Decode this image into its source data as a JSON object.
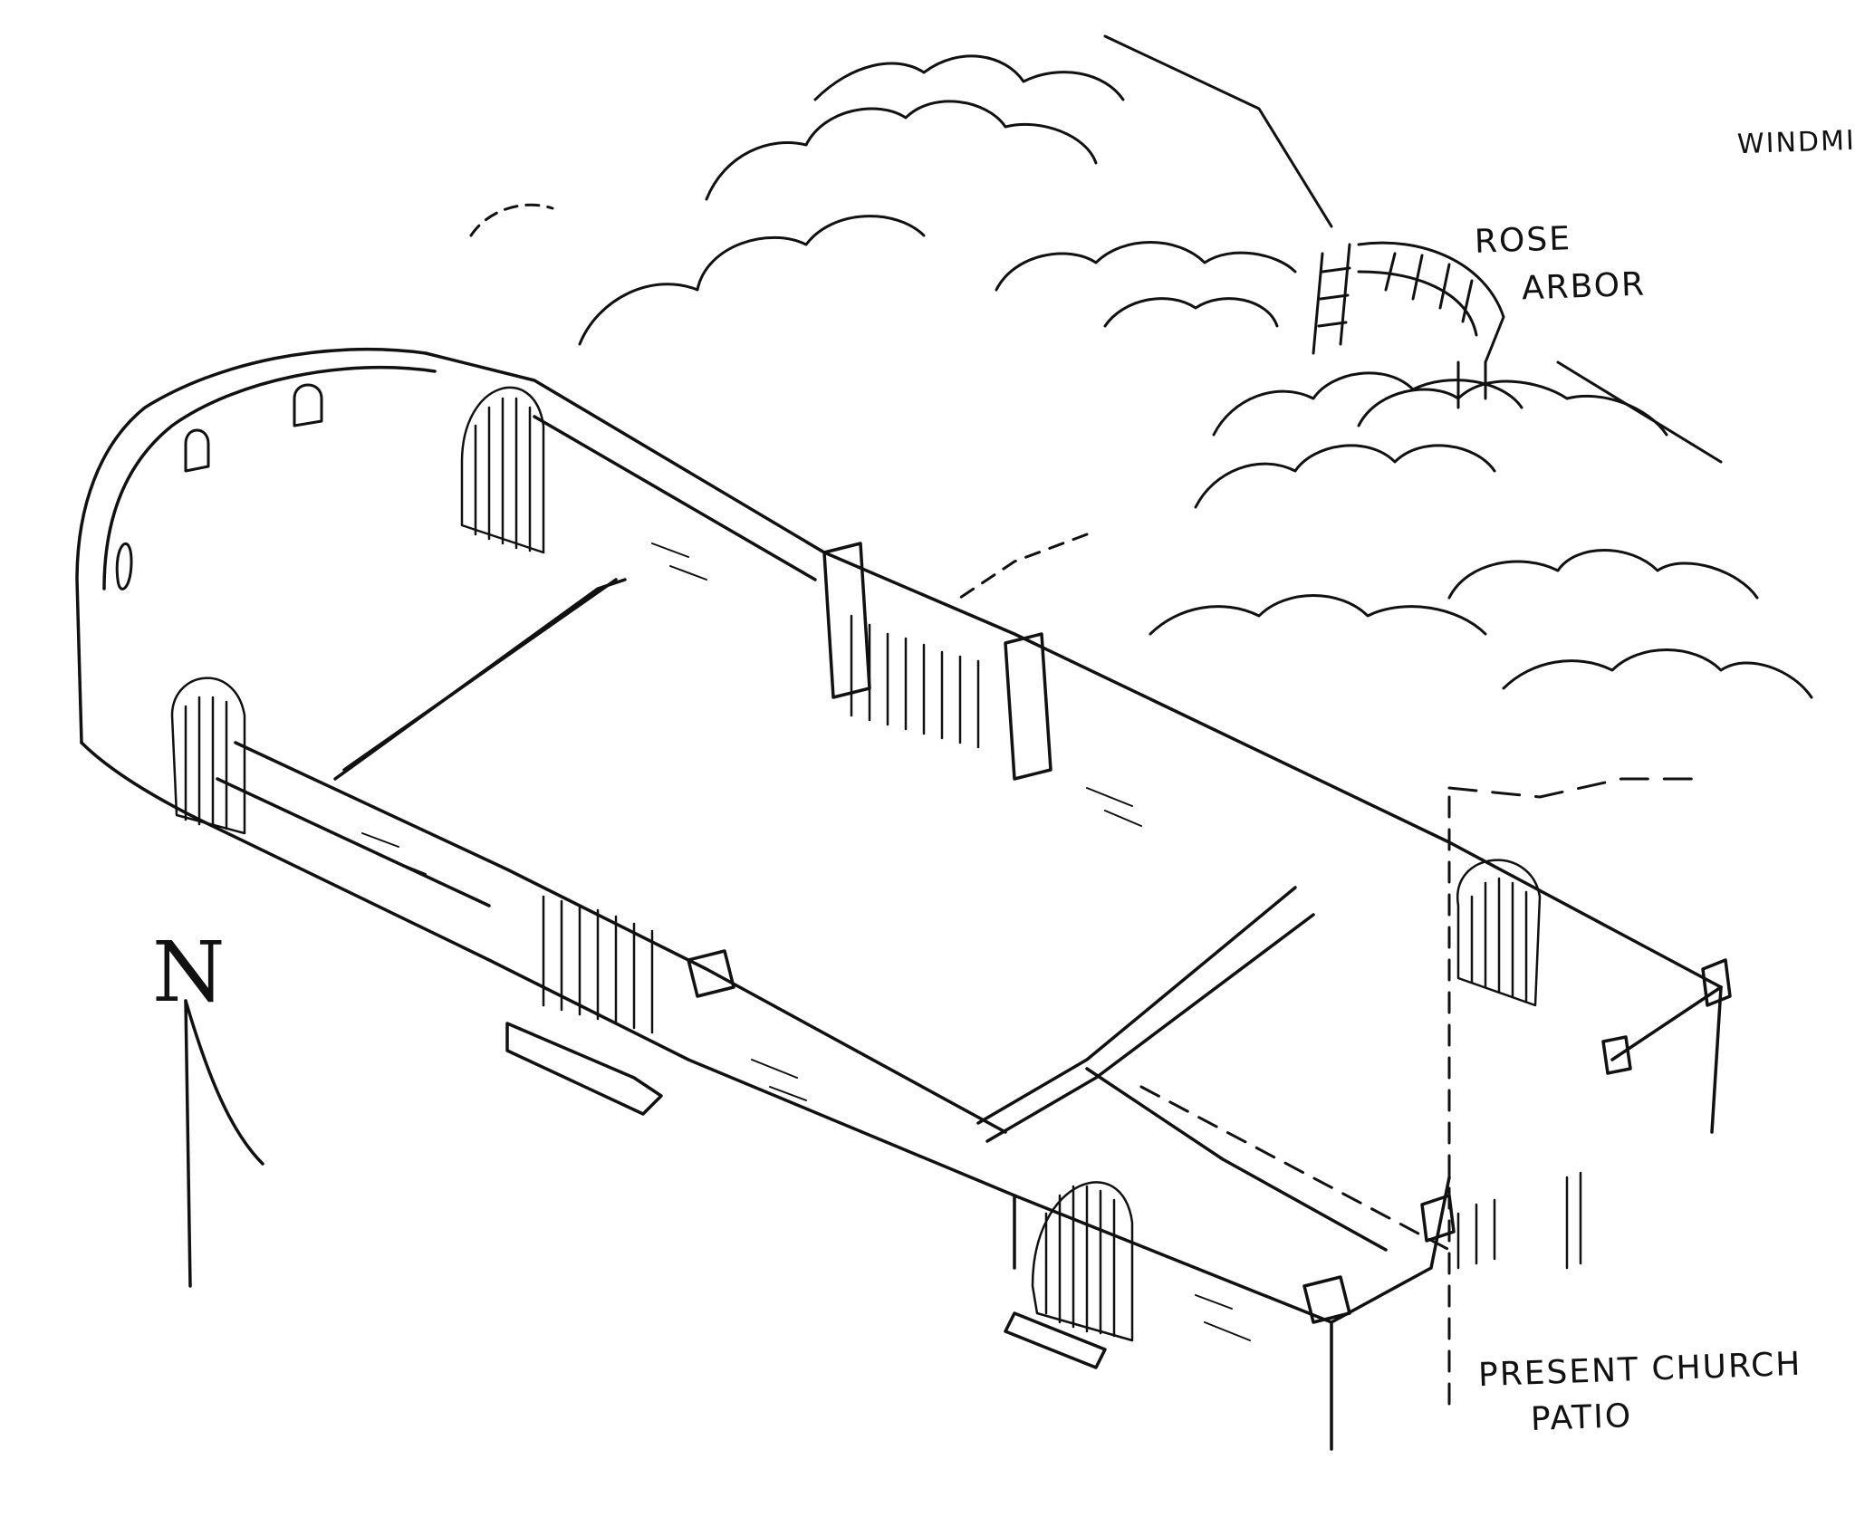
{
  "labels": {
    "windmill": "WINDMI",
    "rose_arbor_line1": "ROSE",
    "rose_arbor_line2": "ARBOR",
    "church_patio_line1": "PRESENT CHURCH",
    "church_patio_line2": "PATIO",
    "north": "N"
  },
  "colors": {
    "ink": "#111111",
    "paper": "#ffffff"
  }
}
